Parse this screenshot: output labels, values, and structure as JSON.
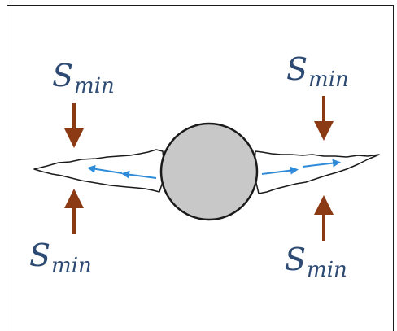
{
  "labels": {
    "top_left": {
      "symbol": "S",
      "subscript": "min"
    },
    "top_right": {
      "symbol": "S",
      "subscript": "min"
    },
    "bottom_left": {
      "symbol": "S",
      "subscript": "min"
    },
    "bottom_right": {
      "symbol": "S",
      "subscript": "min"
    }
  },
  "colors": {
    "stress_arrow": "#8b3a14",
    "flow_arrow": "#2f8ad8",
    "label": "#2d4a73",
    "wellbore_fill": "#c8c8c8",
    "outline": "#1a1a1a"
  }
}
